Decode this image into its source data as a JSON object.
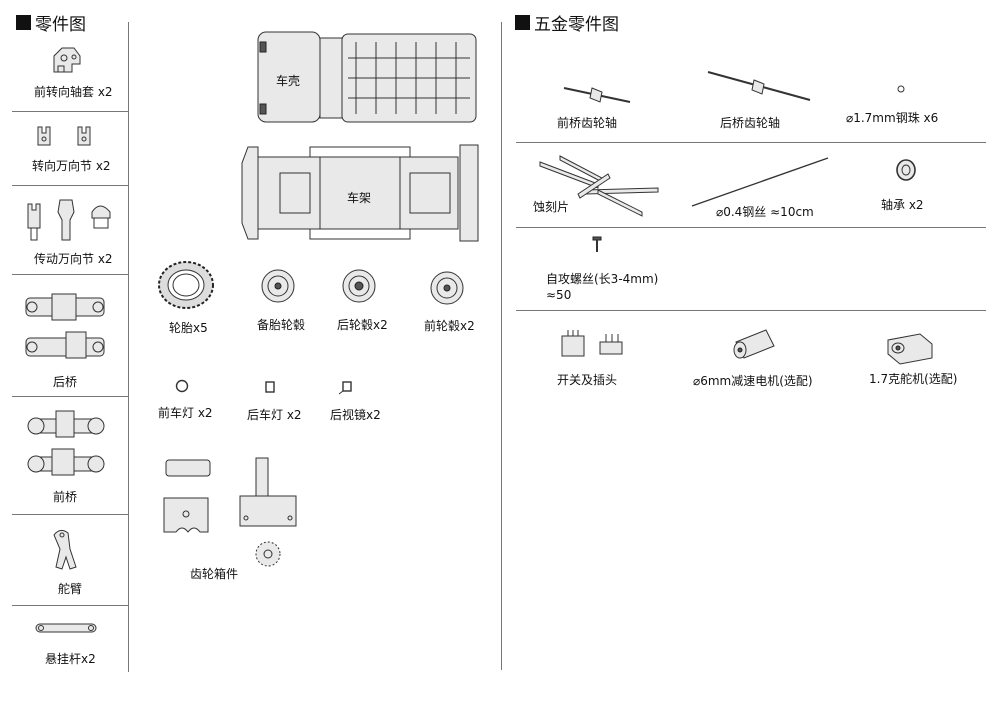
{
  "left_section": {
    "title": "零件图",
    "sidebar_items": [
      {
        "label": "前转向轴套 x2"
      },
      {
        "label": "转向万向节 x2"
      },
      {
        "label": "传动万向节 x2"
      },
      {
        "label": "后桥"
      },
      {
        "label": "前桥"
      },
      {
        "label": "舵臂"
      },
      {
        "label": "悬挂杆x2"
      }
    ],
    "parts": {
      "shell": "车壳",
      "frame": "车架",
      "tire": "轮胎x5",
      "spare_hub": "备胎轮毂",
      "rear_hub": "后轮毂x2",
      "front_hub": "前轮毂x2",
      "front_light": "前车灯 x2",
      "rear_light": "后车灯 x2",
      "mirror": "后视镜x2",
      "gearbox": "齿轮箱件"
    }
  },
  "right_section": {
    "title": "五金零件图",
    "items": {
      "front_axle_gear": "前桥齿轮轴",
      "rear_axle_gear": "后桥齿轮轴",
      "steel_ball": "⌀1.7mm钢珠 x6",
      "etched_sheet": "蚀刻片",
      "steel_wire": "⌀0.4钢丝 ≈10cm",
      "bearing": "轴承  x2",
      "screw_line1": "自攻螺丝(长3-4mm)",
      "screw_line2": "≈50",
      "switch_plug": "开关及插头",
      "motor": "⌀6mm减速电机(选配)",
      "servo": "1.7克舵机(选配)"
    }
  }
}
